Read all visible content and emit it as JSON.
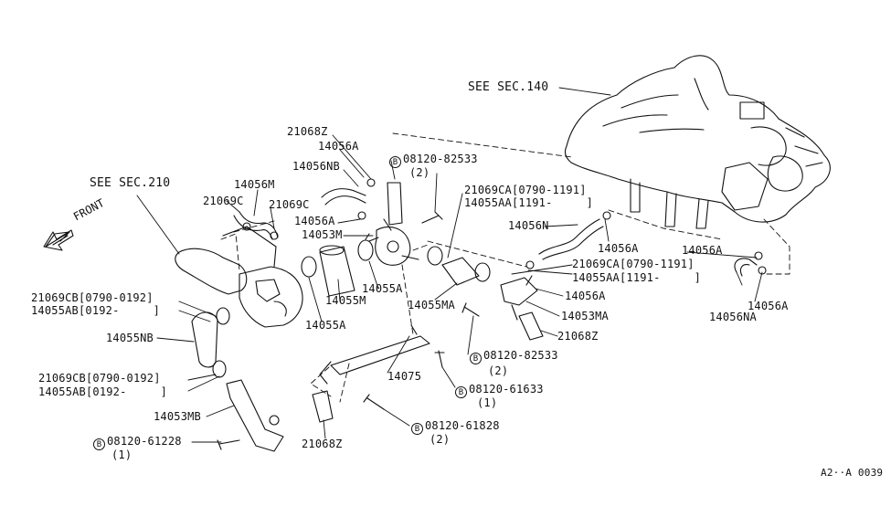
{
  "labels": {
    "see_sec_140": "SEE SEC.140",
    "see_sec_210": "SEE SEC.210",
    "front": "FRONT",
    "p21068Z_a": "21068Z",
    "p14056A_a": "14056A",
    "p14056NB": "14056NB",
    "bolt_b1_num": "08120-82533",
    "bolt_b1_qty": "(2)",
    "p14056M": "14056M",
    "p21069C_a": "21069C",
    "p21069C_b": "21069C",
    "p14056A_b": "14056A",
    "p14053M": "14053M",
    "p21069CA_a": "21069CA[0790-1191]",
    "p14055AA_a": "14055AA[1191-     ]",
    "p14056N": "14056N",
    "p14056A_c": "14056A",
    "p14056A_d": "14056A",
    "p21069CA_b": "21069CA[0790-1191]",
    "p14055AA_b": "14055AA[1191-     ]",
    "p14056A_e": "14056A",
    "p14056NA": "14056NA",
    "p14056A_f": "14056A",
    "p21069CB_a": "21069CB[0790-0192]",
    "p14055AB_a": "14055AB[0192-     ]",
    "p14055M": "14055M",
    "p14055A_a": "14055A",
    "p14055A_b": "14055A",
    "p14055MA": "14055MA",
    "p14053MA": "14053MA",
    "p21068Z_b": "21068Z",
    "p14055NB": "14055NB",
    "bolt_b2_num": "08120-82533",
    "bolt_b2_qty": "(2)",
    "p21069CB_b": "21069CB[0790-0192]",
    "p14055AB_b": "14055AB[0192-     ]",
    "p14075": "14075",
    "bolt_b3_num": "08120-61633",
    "bolt_b3_qty": "(1)",
    "p14053MB": "14053MB",
    "bolt_b4_num": "08120-61828",
    "bolt_b4_qty": "(2)",
    "bolt_b5_num": "08120-61228",
    "bolt_b5_qty": "(1)",
    "p21068Z_c": "21068Z",
    "diagram_code": "A2··A 0039",
    "bolt_marker": "B"
  }
}
